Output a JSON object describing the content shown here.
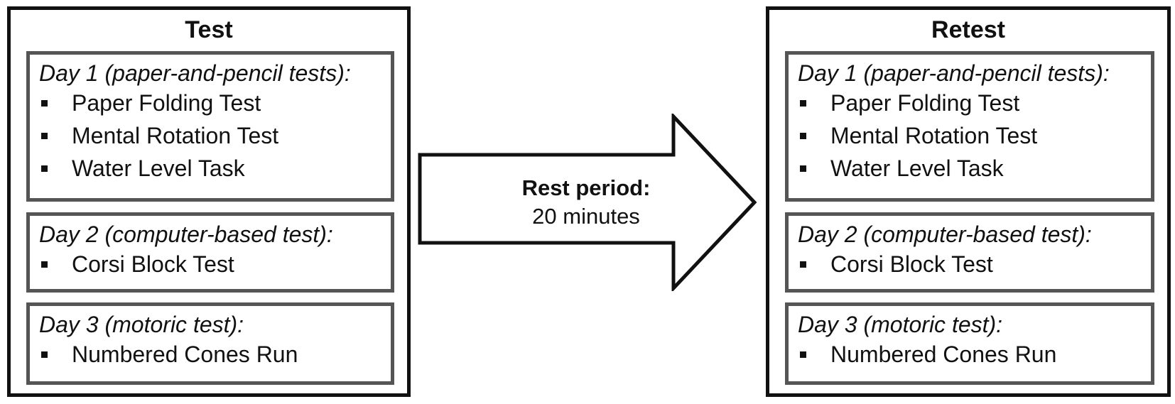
{
  "test_panel": {
    "title": "Test",
    "day1": {
      "title": "Day 1 (paper-and-pencil tests):",
      "items": [
        "Paper Folding Test",
        "Mental Rotation Test",
        "Water Level Task"
      ]
    },
    "day2": {
      "title": "Day 2 (computer-based test):",
      "items": [
        "Corsi Block Test"
      ]
    },
    "day3": {
      "title": "Day 3 (motoric test):",
      "items": [
        "Numbered Cones Run"
      ]
    }
  },
  "rest": {
    "title": "Rest period:",
    "duration": "20 minutes"
  },
  "retest_panel": {
    "title": "Retest",
    "day1": {
      "title": "Day 1 (paper-and-pencil tests):",
      "items": [
        "Paper Folding Test",
        "Mental Rotation Test",
        "Water Level Task"
      ]
    },
    "day2": {
      "title": "Day 2 (computer-based test):",
      "items": [
        "Corsi Block Test"
      ]
    },
    "day3": {
      "title": "Day 3 (motoric test):",
      "items": [
        "Numbered Cones Run"
      ]
    }
  },
  "colors": {
    "border_outer": "#111111",
    "border_inner": "#555555",
    "text": "#111111",
    "background": "#ffffff"
  }
}
